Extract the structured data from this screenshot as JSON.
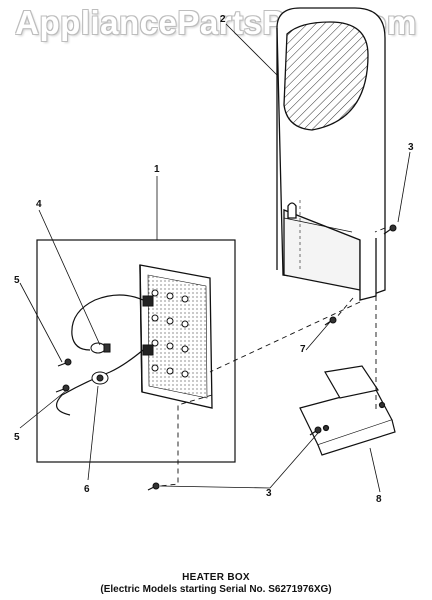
{
  "watermark": "AppliancePartsPros.com",
  "callouts": {
    "c1": "1",
    "c2": "2",
    "c3a": "3",
    "c3b": "3",
    "c4": "4",
    "c5a": "5",
    "c5b": "5",
    "c6": "6",
    "c7": "7",
    "c8": "8"
  },
  "caption": {
    "title": "HEATER BOX",
    "subtitle": "(Electric Models starting Serial No. S6271976XG)"
  }
}
